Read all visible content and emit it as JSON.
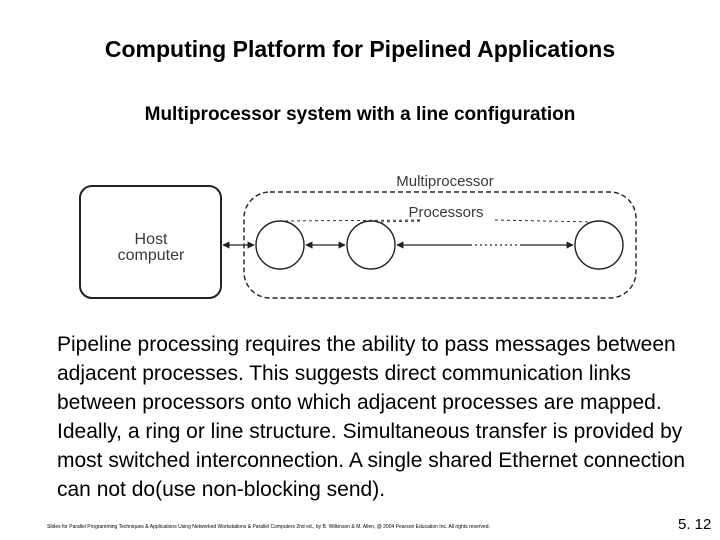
{
  "slide": {
    "title": "Computing Platform for Pipelined Applications",
    "subtitle": "Multiprocessor system with a line configuration",
    "body": "Pipeline processing requires the ability to pass messages between adjacent processes. This suggests direct communication links between processors onto which adjacent processes are mapped. Ideally, a ring or line structure. Simultaneous transfer is provided by most switched interconnection. A single shared Ethernet connection can not do(use non-blocking send).",
    "footer": "Slides for Parallel Programming Techniques & Applications Using Networked Workstations & Parallel Computers 2nd ed., by B. Wilkinson & M. Allen, @ 2004 Pearson Education Inc. All rights reserved.",
    "page_number": "5. 12"
  },
  "diagram": {
    "host_label_line1": "Host",
    "host_label_line2": "computer",
    "multiprocessor_label": "Multiprocessor",
    "processors_label": "Processors"
  }
}
